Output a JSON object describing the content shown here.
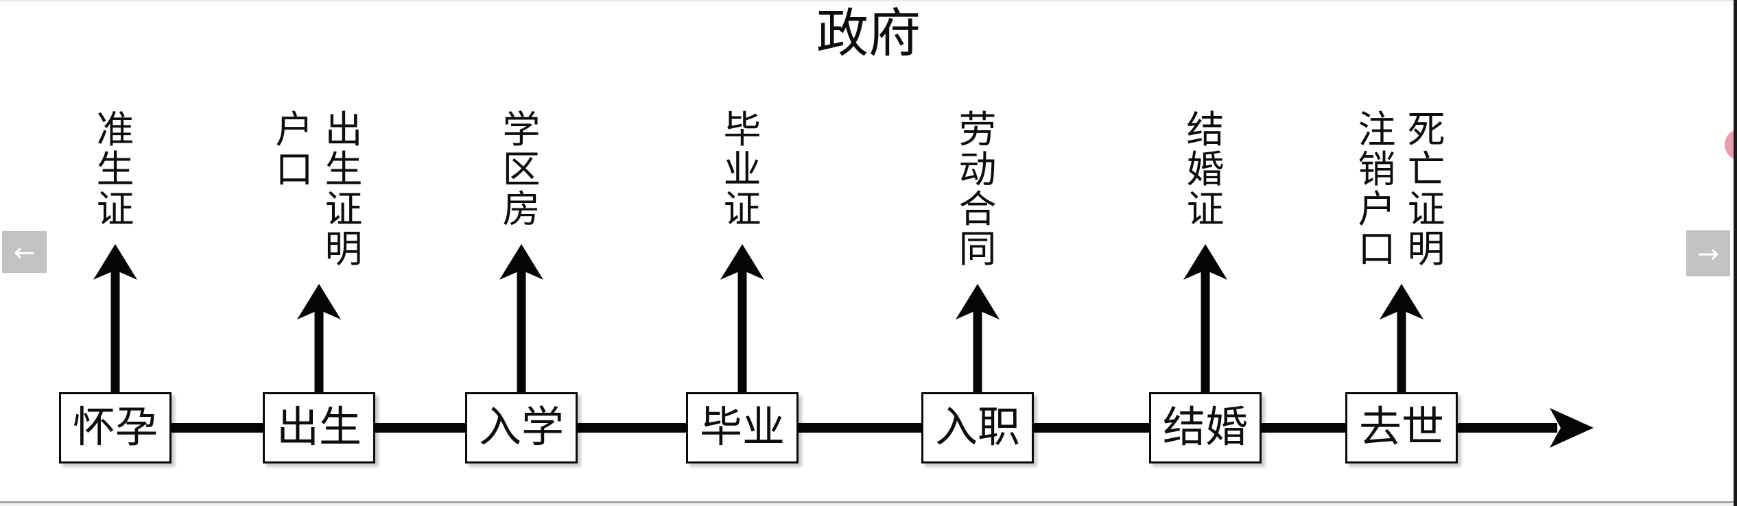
{
  "title": "政府",
  "nav": {
    "prev_icon": "←",
    "next_icon": "→"
  },
  "timeline": {
    "stages": [
      {
        "event": "怀孕",
        "documents": [
          "准生证"
        ]
      },
      {
        "event": "出生",
        "documents": [
          "户口",
          "出生证明"
        ]
      },
      {
        "event": "入学",
        "documents": [
          "学区房"
        ]
      },
      {
        "event": "毕业",
        "documents": [
          "毕业证"
        ]
      },
      {
        "event": "入职",
        "documents": [
          "劳动合同"
        ]
      },
      {
        "event": "结婚",
        "documents": [
          "结婚证"
        ]
      },
      {
        "event": "去世",
        "documents": [
          "注销户口",
          "死亡证明"
        ]
      }
    ]
  },
  "colors": {
    "diagram_black": "#050505",
    "nav_gray": "#c2c2c2",
    "accent_pink": "#ea9dad"
  }
}
